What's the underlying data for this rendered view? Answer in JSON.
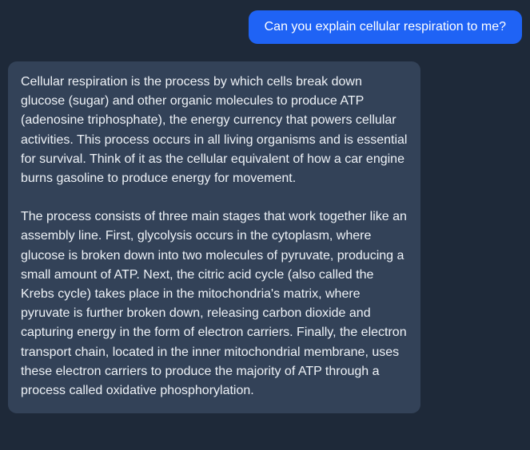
{
  "theme": {
    "page_background": "#1e2939",
    "user_bubble_color": "#1f63f5",
    "user_text_color": "#ffffff",
    "assistant_bubble_color": "#334258",
    "assistant_text_color": "#eef2f7"
  },
  "conversation": {
    "messages": [
      {
        "role": "user",
        "text": "Can you explain cellular respiration to me?"
      },
      {
        "role": "assistant",
        "paragraphs": [
          "Cellular respiration is the process by which cells break down glucose (sugar) and other organic molecules to produce ATP (adenosine triphosphate), the energy currency that powers cellular activities. This process occurs in all living organisms and is essential for survival. Think of it as the cellular equivalent of how a car engine burns gasoline to produce energy for movement.",
          "The process consists of three main stages that work together like an assembly line. First, glycolysis occurs in the cytoplasm, where glucose is broken down into two molecules of pyruvate, producing a small amount of ATP. Next, the citric acid cycle (also called the Krebs cycle) takes place in the mitochondria's matrix, where pyruvate is further broken down, releasing carbon dioxide and capturing energy in the form of electron carriers. Finally, the electron transport chain, located in the inner mitochondrial membrane, uses these electron carriers to produce the majority of ATP through a process called oxidative phosphorylation."
        ]
      }
    ]
  }
}
